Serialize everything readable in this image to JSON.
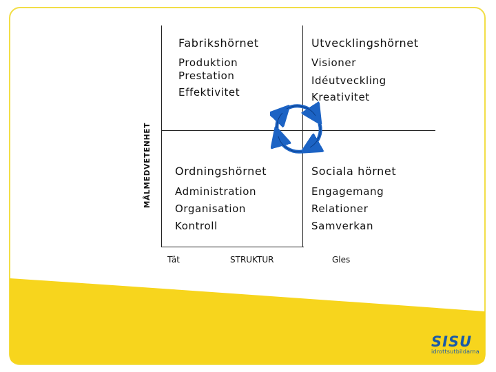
{
  "y_axis_label": "MÅLMEDVETENHET",
  "x_axis": {
    "left": "Tät",
    "center": "STRUKTUR",
    "right": "Gles"
  },
  "quadrants": {
    "top_left": {
      "title": "Fabrikshörnet",
      "items": [
        "Produktion",
        "Prestation",
        "Effektivitet"
      ]
    },
    "top_right": {
      "title": "Utvecklingshörnet",
      "items": [
        "Visioner",
        "Idéutveckling",
        "Kreativitet"
      ]
    },
    "bottom_left": {
      "title": "Ordningshörnet",
      "items": [
        "Administration",
        "Organisation",
        "Kontroll"
      ]
    },
    "bottom_right": {
      "title": "Sociala hörnet",
      "items": [
        "Engagemang",
        "Relationer",
        "Samverkan"
      ]
    }
  },
  "cycle_icon": "circular-arrows-icon",
  "logo": {
    "name": "SISU",
    "tagline": "idrottsutbildarna"
  },
  "colors": {
    "accent_yellow": "#f7d51d",
    "frame_yellow": "#f2de47",
    "cycle_blue": "#1c63c4",
    "logo_blue": "#1a5aa8"
  }
}
